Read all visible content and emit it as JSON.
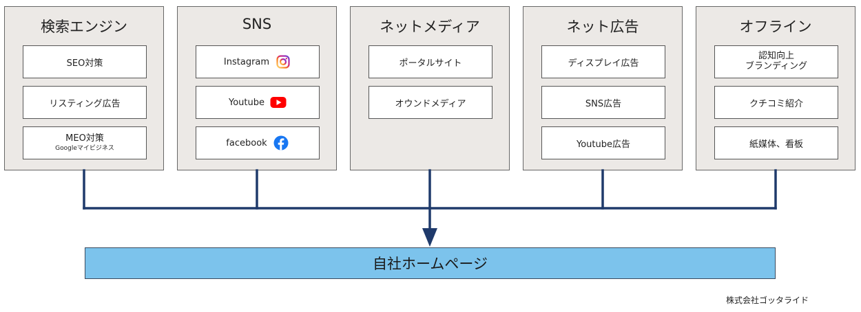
{
  "panels": [
    {
      "title": "検索エンジン",
      "items": [
        {
          "label": "SEO対策"
        },
        {
          "label": "リスティング広告"
        },
        {
          "label": "MEO対策",
          "sublabel": "Googleマイビジネス"
        }
      ]
    },
    {
      "title": "SNS",
      "items": [
        {
          "label": "Instagram",
          "icon": "instagram-icon",
          "icon_color": "#d6249f"
        },
        {
          "label": "Youtube",
          "icon": "youtube-icon",
          "icon_color": "#ff0000"
        },
        {
          "label": "facebook",
          "icon": "facebook-icon",
          "icon_color": "#1877f2"
        }
      ]
    },
    {
      "title": "ネットメディア",
      "items": [
        {
          "label": "ポータルサイト"
        },
        {
          "label": "オウンドメディア"
        }
      ]
    },
    {
      "title": "ネット広告",
      "items": [
        {
          "label": "ディスプレイ広告"
        },
        {
          "label": "SNS広告"
        },
        {
          "label": "Youtube広告"
        }
      ]
    },
    {
      "title": "オフライン",
      "items": [
        {
          "label": "認知向上",
          "label2": "ブランディング"
        },
        {
          "label": "クチコミ紹介"
        },
        {
          "label": "紙媒体、看板"
        }
      ]
    }
  ],
  "target": {
    "label": "自社ホームページ"
  },
  "footer": {
    "company": "株式会社ゴッタライド"
  },
  "colors": {
    "panel_bg": "#ece9e6",
    "connector": "#1f3a6b",
    "target_bg": "#7cc3ec"
  }
}
